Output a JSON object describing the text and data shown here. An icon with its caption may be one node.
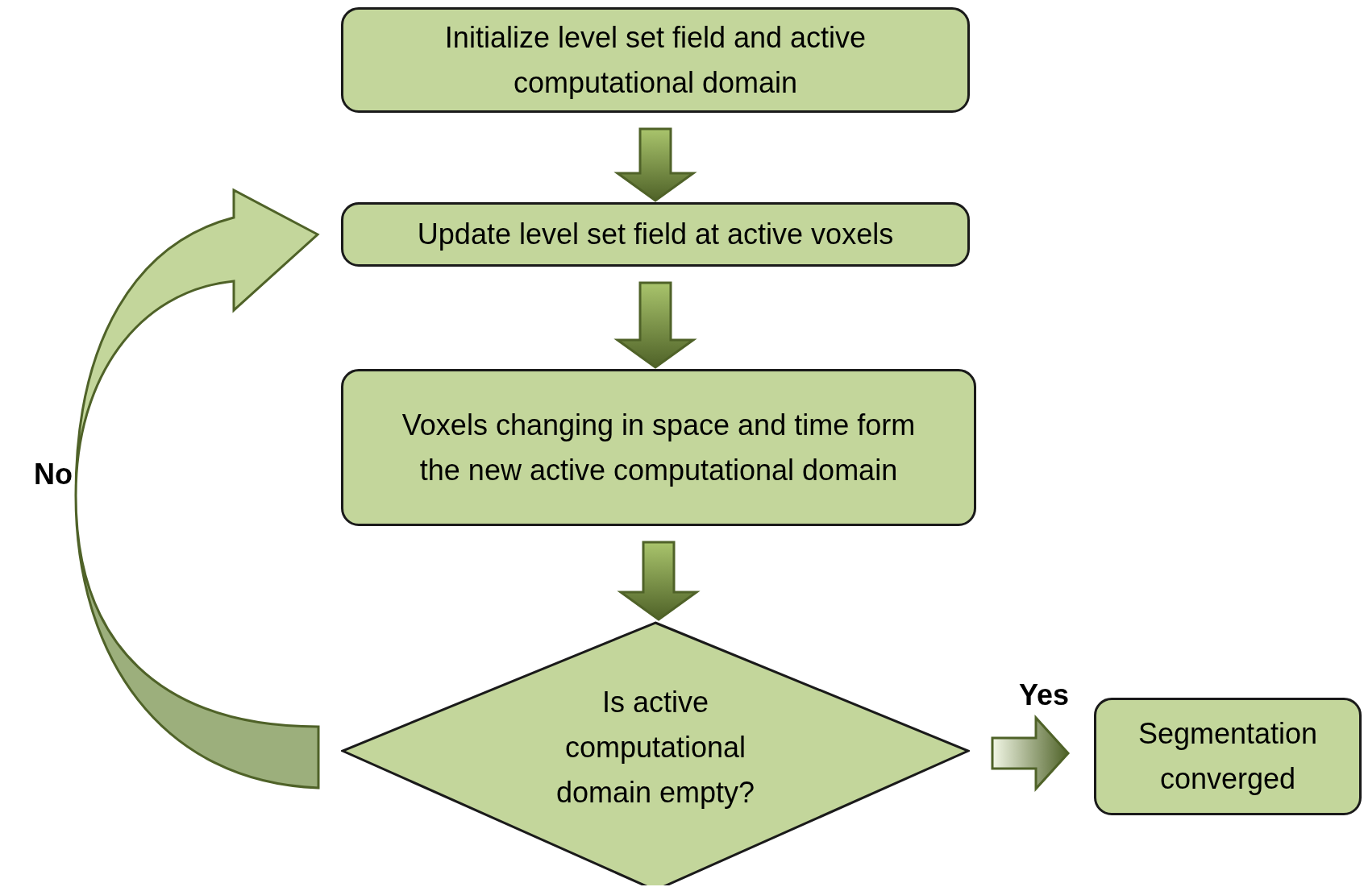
{
  "diagram": {
    "nodes": [
      {
        "text": [
          "Initialize level set field and active computational domain"
        ]
      },
      {
        "text": [
          "Update level set field at active voxels"
        ]
      },
      {
        "text": [
          "Voxels changing in space and time form the new active computational domain"
        ]
      },
      {
        "text": [
          "Is active computational domain empty?"
        ]
      },
      {
        "text": [
          "Segmentation converged"
        ]
      }
    ],
    "edges": [
      {
        "from": 0,
        "to": 1,
        "arrow": "to"
      },
      {
        "from": 1,
        "to": 2,
        "arrow": "to"
      },
      {
        "from": 2,
        "to": 3,
        "arrow": "to"
      },
      {
        "from": 3,
        "to": 4,
        "arrow": "to",
        "label": "Yes"
      },
      {
        "from": 3,
        "to": 1,
        "arrow": "to",
        "label": "No"
      }
    ]
  }
}
